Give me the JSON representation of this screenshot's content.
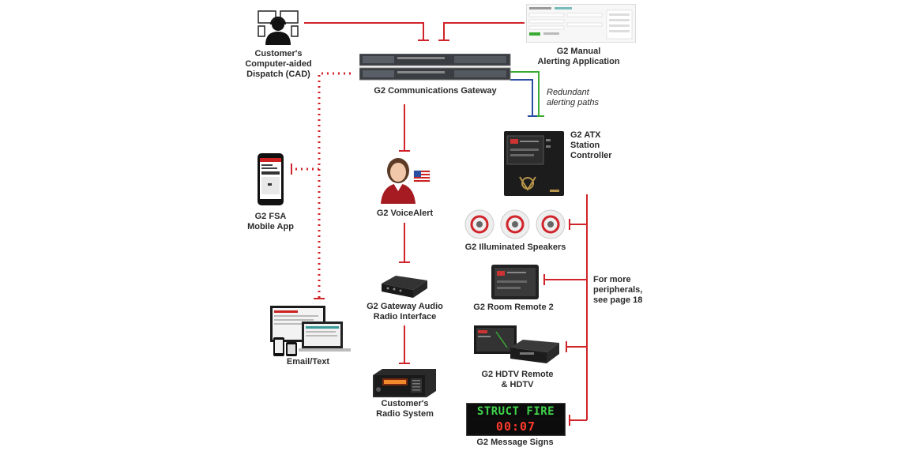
{
  "nodes": {
    "cad": {
      "line1": "Customer's",
      "line2": "Computer-aided",
      "line3": "Dispatch (CAD)"
    },
    "manual_app": {
      "line1": "G2 Manual",
      "line2": "Alerting Application"
    },
    "gateway": {
      "label": "G2 Communications Gateway"
    },
    "redundant": {
      "line1": "Redundant",
      "line2": "alerting paths"
    },
    "atx": {
      "line1": "G2 ATX",
      "line2": "Station",
      "line3": "Controller"
    },
    "fsa": {
      "line1": "G2 FSA",
      "line2": "Mobile App"
    },
    "voicealert": {
      "label": "G2 VoiceAlert"
    },
    "speakers": {
      "label": "G2 Illuminated Speakers"
    },
    "audio_interface": {
      "line1": "G2 Gateway Audio",
      "line2": "Radio Interface"
    },
    "room_remote": {
      "label": "G2 Room Remote 2"
    },
    "more": {
      "line1": "For more",
      "line2": "peripherals,",
      "line3": "see page 18"
    },
    "email": {
      "label": "Email/Text"
    },
    "hdtv": {
      "line1": "G2 HDTV Remote",
      "line2": "& HDTV"
    },
    "radio": {
      "line1": "Customer's",
      "line2": "Radio System"
    },
    "signs": {
      "label": "G2 Message Signs",
      "row1": "STRUCT FIRE",
      "row2": "00:07"
    }
  },
  "colors": {
    "red": "#d0232a",
    "green": "#3aaa35",
    "blue": "#2a4fa0",
    "label": "#2b2b2b"
  }
}
